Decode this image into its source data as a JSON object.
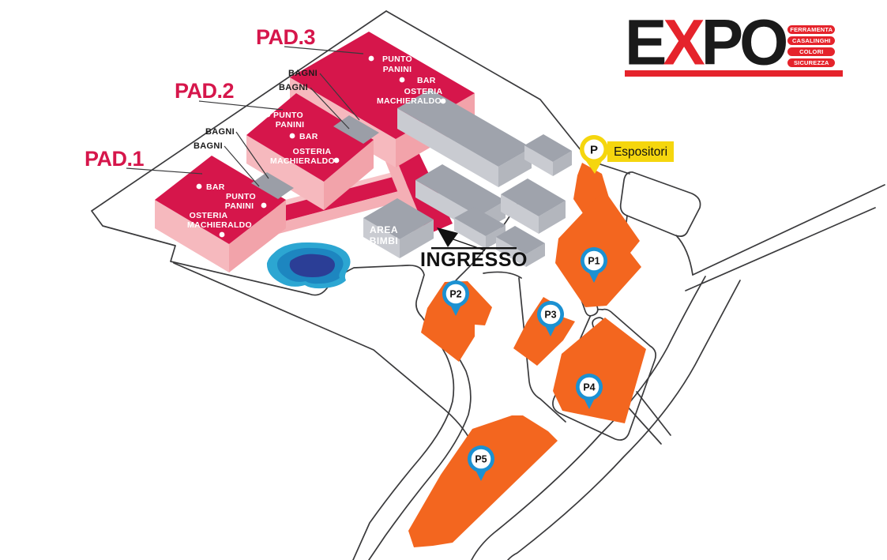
{
  "logo": {
    "letters": [
      {
        "ch": "E",
        "color": "#1A1A1A"
      },
      {
        "ch": "X",
        "color": "#E5232B"
      },
      {
        "ch": "P",
        "color": "#1A1A1A"
      },
      {
        "ch": "O",
        "color": "#1A1A1A"
      }
    ],
    "badges": [
      "FERRAMENTA",
      "CASALINGHI",
      "COLORI",
      "SICUREZZA"
    ],
    "underline_color": "#E5232B"
  },
  "labels": {
    "pad1": "PAD.1",
    "pad2": "PAD.2",
    "pad3": "PAD.3",
    "bagni": "BAGNI",
    "punto": "PUNTO",
    "panini": "PANINI",
    "bar": "BAR",
    "osteria": "OSTERIA",
    "machieraldo": "MACHIERALDO",
    "area": "AREA",
    "bimbi": "BIMBI",
    "ingresso": "INGRESSO",
    "espositori": "Espositori",
    "p": "P",
    "p1": "P1",
    "p2": "P2",
    "p3": "P3",
    "p4": "P4",
    "p5": "P5"
  },
  "colors": {
    "pavilion_top": "#D6164B",
    "pavilion_side_light": "#F6B9BE",
    "pavilion_side": "#F2A3AA",
    "corridor_pink": "#F4AFB5",
    "corridor_pink_light": "#F7C3C7",
    "gray_top": "#9FA3AC",
    "gray_side_light": "#C9CBD1",
    "gray_side": "#B3B6BD",
    "connector_gray": "#9B9EA7",
    "orange": "#F3661F",
    "pin_blue": "#1B91D2",
    "pin_yellow": "#F5D60E",
    "pond_outer": "#2CA6D2",
    "pond_mid": "#1D86C0",
    "pond_inner": "#2B3E96",
    "road": "#3A3A3C",
    "label_red": "#D6164B",
    "text_black": "#1A1A1A"
  }
}
